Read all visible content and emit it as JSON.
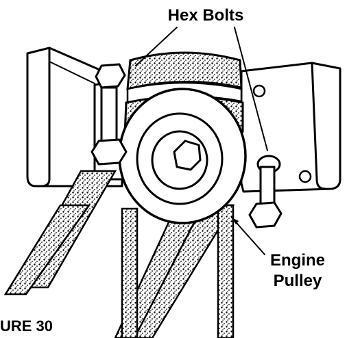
{
  "labels": {
    "hex_bolts": "Hex Bolts",
    "engine": "Engine",
    "pulley": "Pulley",
    "figure": "URE 30"
  },
  "colors": {
    "ink": "#000000",
    "paper": "#ffffff"
  }
}
